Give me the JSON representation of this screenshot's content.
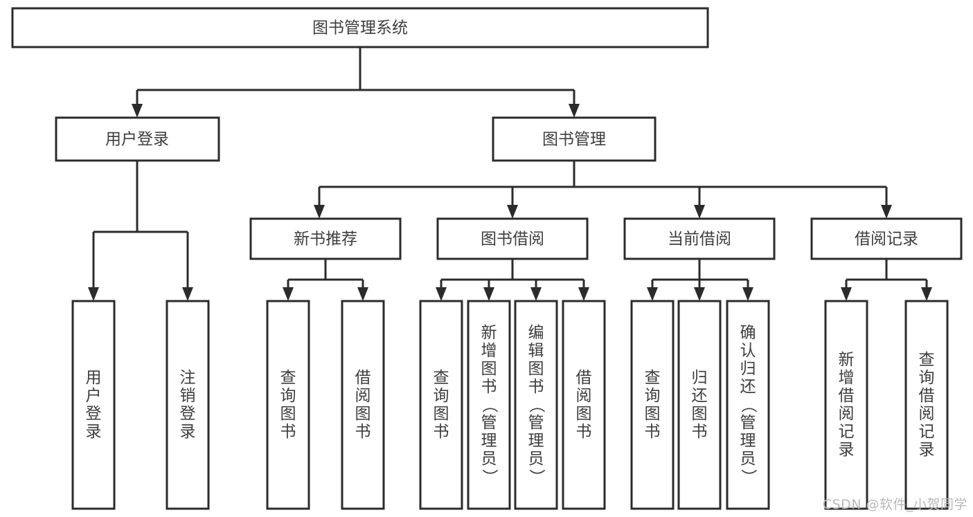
{
  "diagram": {
    "type": "tree-hierarchy-chart",
    "title": "图书管理系统",
    "root": {
      "label": "图书管理系统",
      "children": [
        {
          "label": "用户登录",
          "children": [
            {
              "label": "用户登录",
              "children": []
            },
            {
              "label": "注销登录",
              "children": []
            }
          ]
        },
        {
          "label": "图书管理",
          "children": [
            {
              "label": "新书推荐",
              "children": [
                {
                  "label": "查询图书",
                  "children": []
                },
                {
                  "label": "借阅图书",
                  "children": []
                }
              ]
            },
            {
              "label": "图书借阅",
              "children": [
                {
                  "label": "查询图书",
                  "children": []
                },
                {
                  "label": "新增图书（管理员）",
                  "children": []
                },
                {
                  "label": "编辑图书（管理员）",
                  "children": []
                },
                {
                  "label": "借阅图书",
                  "children": []
                }
              ]
            },
            {
              "label": "当前借阅",
              "children": [
                {
                  "label": "查询图书",
                  "children": []
                },
                {
                  "label": "归还图书",
                  "children": []
                },
                {
                  "label": "确认归还（管理员）",
                  "children": []
                }
              ]
            },
            {
              "label": "借阅记录",
              "children": [
                {
                  "label": "新增借阅记录",
                  "children": []
                },
                {
                  "label": "查询借阅记录",
                  "children": []
                }
              ]
            }
          ]
        }
      ]
    },
    "nodes": {
      "root": "图书管理系统",
      "l2_user_login": "用户登录",
      "l2_book_mgmt": "图书管理",
      "l3_new_book_rec": "新书推荐",
      "l3_book_borrow": "图书借阅",
      "l3_current_borrow": "当前借阅",
      "l3_borrow_record": "借阅记录",
      "l4_user_login": "用户登录",
      "l4_logout": "注销登录",
      "l4_rec_query_book": "查询图书",
      "l4_rec_borrow_book": "借阅图书",
      "l4_borrow_query_book": "查询图书",
      "l4_borrow_add_book": "新增图书（管理员）",
      "l4_borrow_edit_book": "编辑图书（管理员）",
      "l4_borrow_borrow_book": "借阅图书",
      "l4_cur_query_book": "查询图书",
      "l4_cur_return_book": "归还图书",
      "l4_cur_confirm_return": "确认归还（管理员）",
      "l4_rec_add_record": "新增借阅记录",
      "l4_rec_query_record": "查询借阅记录"
    },
    "colors": {
      "box_stroke": "#2b2b2b",
      "box_fill": "#ffffff",
      "text": "#3d3d3d",
      "connector": "#2b2b2b",
      "watermark": "#b9b9b9",
      "background": "#ffffff"
    }
  },
  "watermark": {
    "text": "CSDN @软件_小贺同学"
  }
}
